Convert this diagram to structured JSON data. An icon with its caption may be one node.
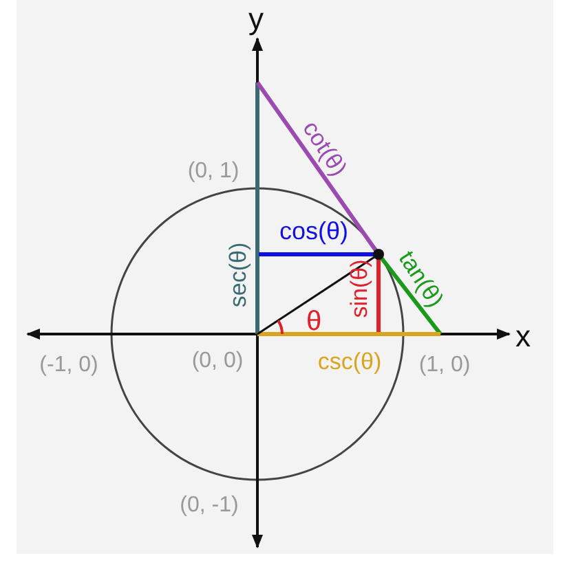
{
  "diagram": {
    "labels": [
      "y",
      "cot(θ)",
      "(0, 1)",
      "cos(θ)",
      "sec(θ)",
      "tan(θ)",
      "θ",
      "sin(θ)",
      "x",
      "(-1, 0)",
      "(0, 0)",
      "csc(θ)",
      "(1, 0)",
      "(0, -1)"
    ]
  }
}
